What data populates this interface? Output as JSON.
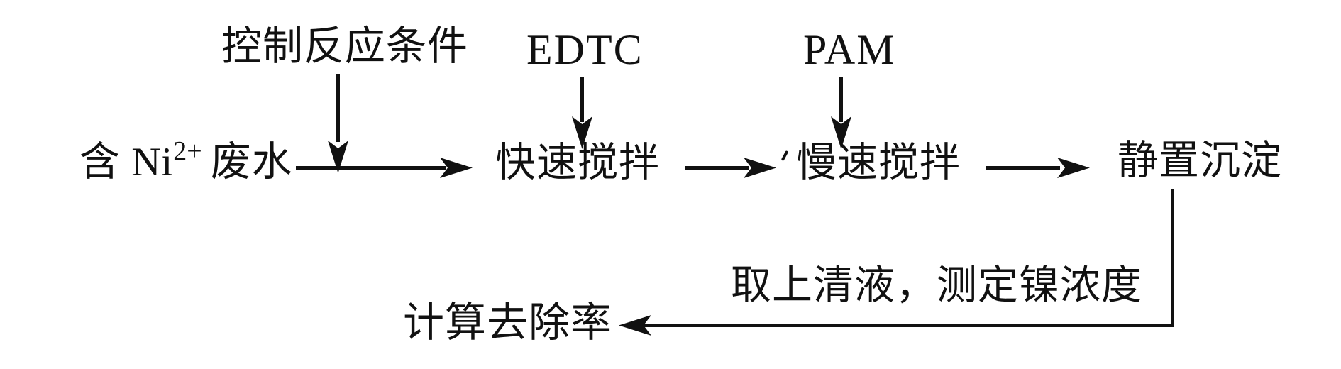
{
  "diagram": {
    "title_semantic": "nickel-removal-process-flowchart",
    "colors": {
      "ink": "#111111",
      "background": "#ffffff"
    },
    "top_inputs": {
      "control_conditions": "控制反应条件",
      "edtc": "EDTC",
      "pam": "PAM"
    },
    "flow": {
      "source_text": "含 Ni",
      "source_superscript": "2+",
      "source_suffix": "废水",
      "rapid_stir": "快速搅拌",
      "slow_stir": "慢速搅拌",
      "settle": "静置沉淀"
    },
    "bottom": {
      "supernatant_note": "取上清液，测定镍浓度",
      "calc_removal": "计算去除率"
    }
  }
}
